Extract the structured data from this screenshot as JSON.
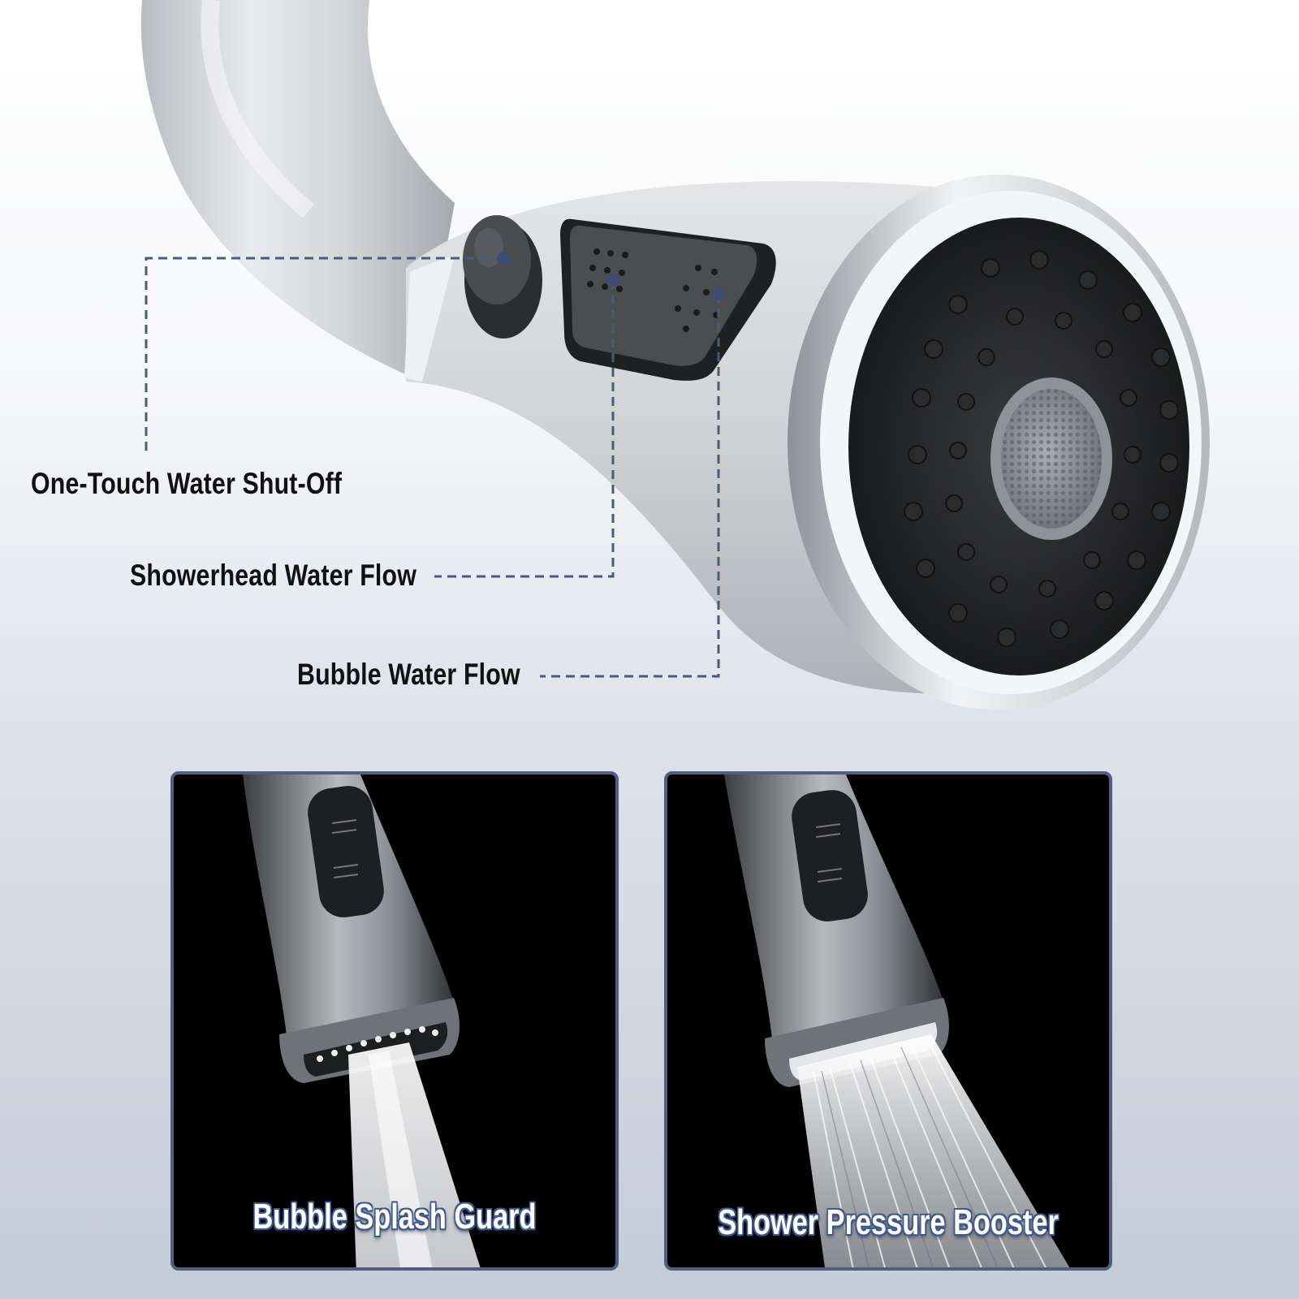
{
  "callouts": {
    "shutoff": "One-Touch Water Shut-Off",
    "showerhead": "Showerhead Water Flow",
    "bubble": "Bubble Water Flow"
  },
  "panels": {
    "left_caption": "Bubble Splash Guard",
    "right_caption": "Shower Pressure Booster"
  },
  "colors": {
    "leader_line": "#4a5a7a",
    "panel_border": "#4f5f7d",
    "caption_outline": "#3f5a8e"
  }
}
